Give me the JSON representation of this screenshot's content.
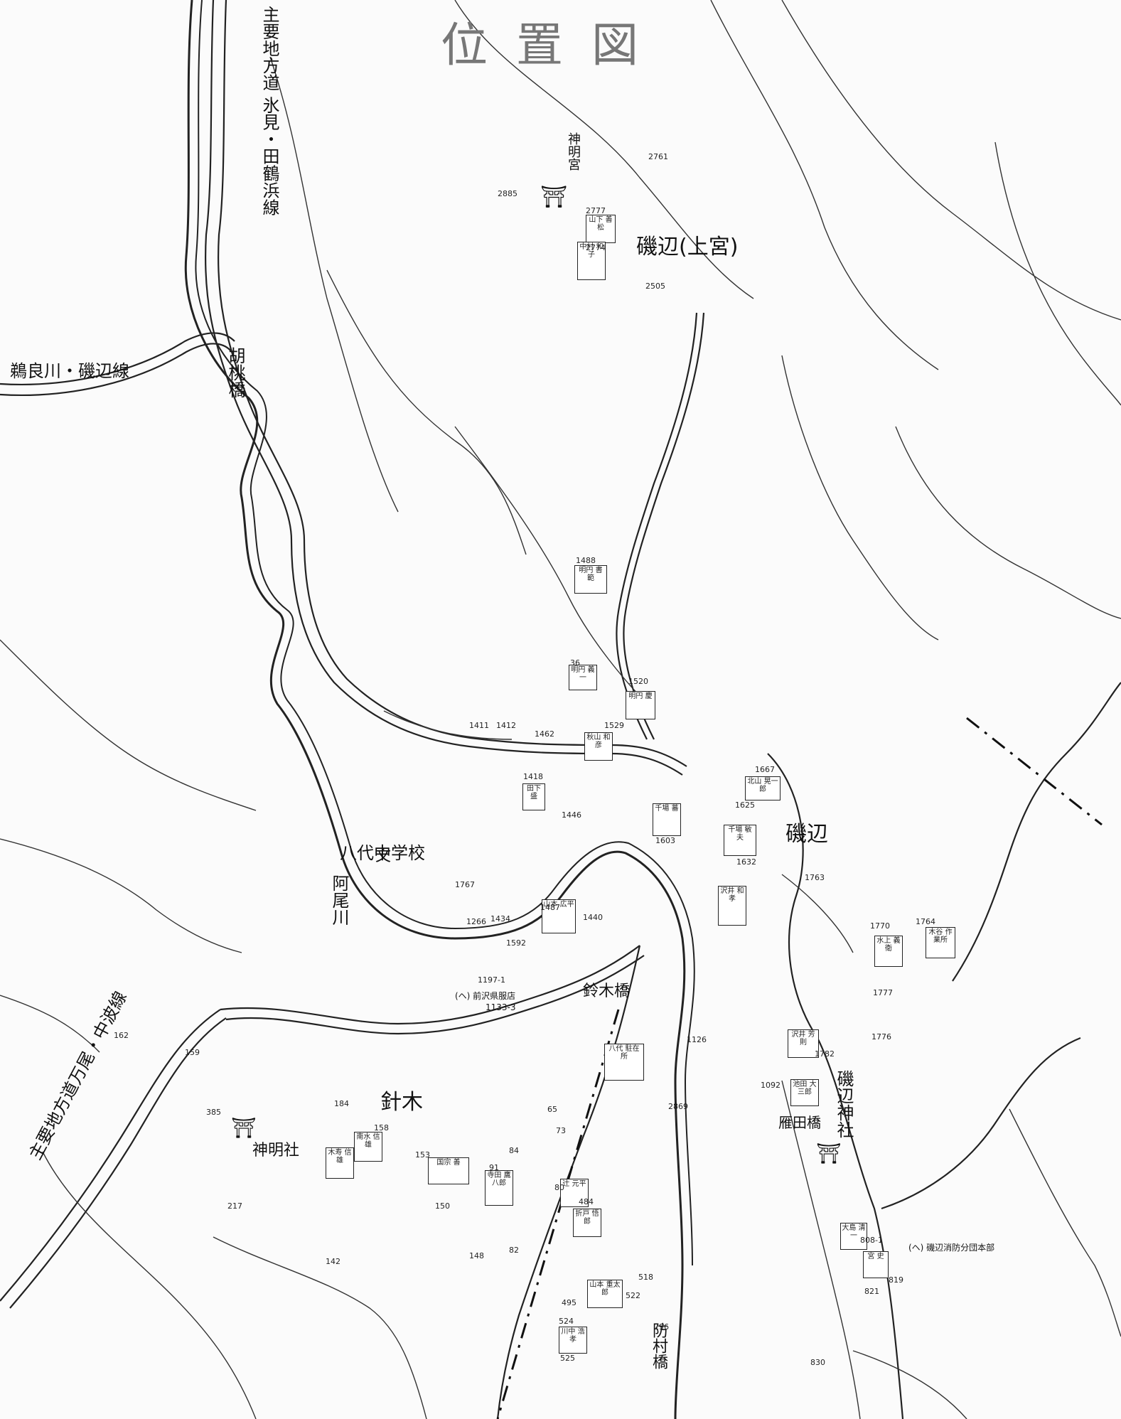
{
  "title": "位置図",
  "places": {
    "isobe_kamimiya": "磯辺(上宮)",
    "isobe": "磯辺",
    "hariki": "針木",
    "yashiro_jhs": "八代中学校",
    "shinmei_shrine": "神明社",
    "isobe_shrine": "磯辺神社",
    "shinmeigu": "神明宮"
  },
  "roads": {
    "route_himi_tagawa": "主要地方道 氷見・田鶴浜線",
    "route_kurumi": "胡桃橋",
    "route_tara_isobe": "鵜良川・磯辺線",
    "route_manao": "主要地方道万尾・中波線",
    "river_ao": "阿尾川"
  },
  "bridges": {
    "suzuki": "鈴木橋",
    "karita": "雁田橋",
    "bomura": "防村橋"
  },
  "facilities": {
    "kanazawa_shop": "(ヘ) 前沢県服店",
    "kanazawa_no": "1133-3",
    "fire_station": "(ヘ) 磯辺消防分団本部"
  },
  "lot_numbers": [
    "2885",
    "2777",
    "2774",
    "2505",
    "2761",
    "1488",
    "36",
    "1520",
    "1529",
    "1411",
    "1412",
    "1462",
    "1418",
    "1446",
    "1667",
    "1625",
    "1603",
    "1632",
    "1767",
    "1434",
    "1592",
    "1487",
    "1440",
    "1266",
    "1197-1",
    "1770",
    "1764",
    "1777",
    "1776",
    "1763",
    "1782",
    "184",
    "159",
    "385",
    "158",
    "153",
    "150",
    "148",
    "142",
    "91",
    "82",
    "84",
    "73",
    "80",
    "65",
    "518",
    "484",
    "522",
    "495",
    "524",
    "525",
    "296",
    "2869",
    "1092",
    "1126",
    "808-1",
    "819",
    "821",
    "830",
    "217",
    "162"
  ],
  "plots": [
    {
      "id": "p1",
      "text": "明円 書範"
    },
    {
      "id": "p2",
      "text": "明円 義一"
    },
    {
      "id": "p3",
      "text": "明円 慶"
    },
    {
      "id": "p4",
      "text": "秋山 和彦"
    },
    {
      "id": "p5",
      "text": "北山 晃一郎"
    },
    {
      "id": "p6",
      "text": "千場 蕃"
    },
    {
      "id": "p7",
      "text": "千場 敏夫"
    },
    {
      "id": "p8",
      "text": "沢井 和孝"
    },
    {
      "id": "p9",
      "text": "山本 広平"
    },
    {
      "id": "p10",
      "text": "田下 盛"
    },
    {
      "id": "p11",
      "text": "山下 善松"
    },
    {
      "id": "p12",
      "text": "中村 和子"
    },
    {
      "id": "p13",
      "text": "沢井 芳則"
    },
    {
      "id": "p14",
      "text": "池田 大三郎"
    },
    {
      "id": "p15",
      "text": "水上 義衛"
    },
    {
      "id": "p16",
      "text": "木谷 作業所"
    },
    {
      "id": "p17",
      "text": "大島 清一"
    },
    {
      "id": "p18",
      "text": "宮 史"
    },
    {
      "id": "p19",
      "text": "国宗 善"
    },
    {
      "id": "p20",
      "text": "山本 重太郎"
    },
    {
      "id": "p21",
      "text": "川中 浩孝"
    },
    {
      "id": "p22",
      "text": "折戸 悟郎"
    },
    {
      "id": "p23",
      "text": "南水 信雄"
    },
    {
      "id": "p24",
      "text": "木寿 信雄"
    },
    {
      "id": "p25",
      "text": "八代 駐在所"
    },
    {
      "id": "p26",
      "text": "辻 元平"
    },
    {
      "id": "p27",
      "text": "寺田 鷹八郎"
    }
  ]
}
